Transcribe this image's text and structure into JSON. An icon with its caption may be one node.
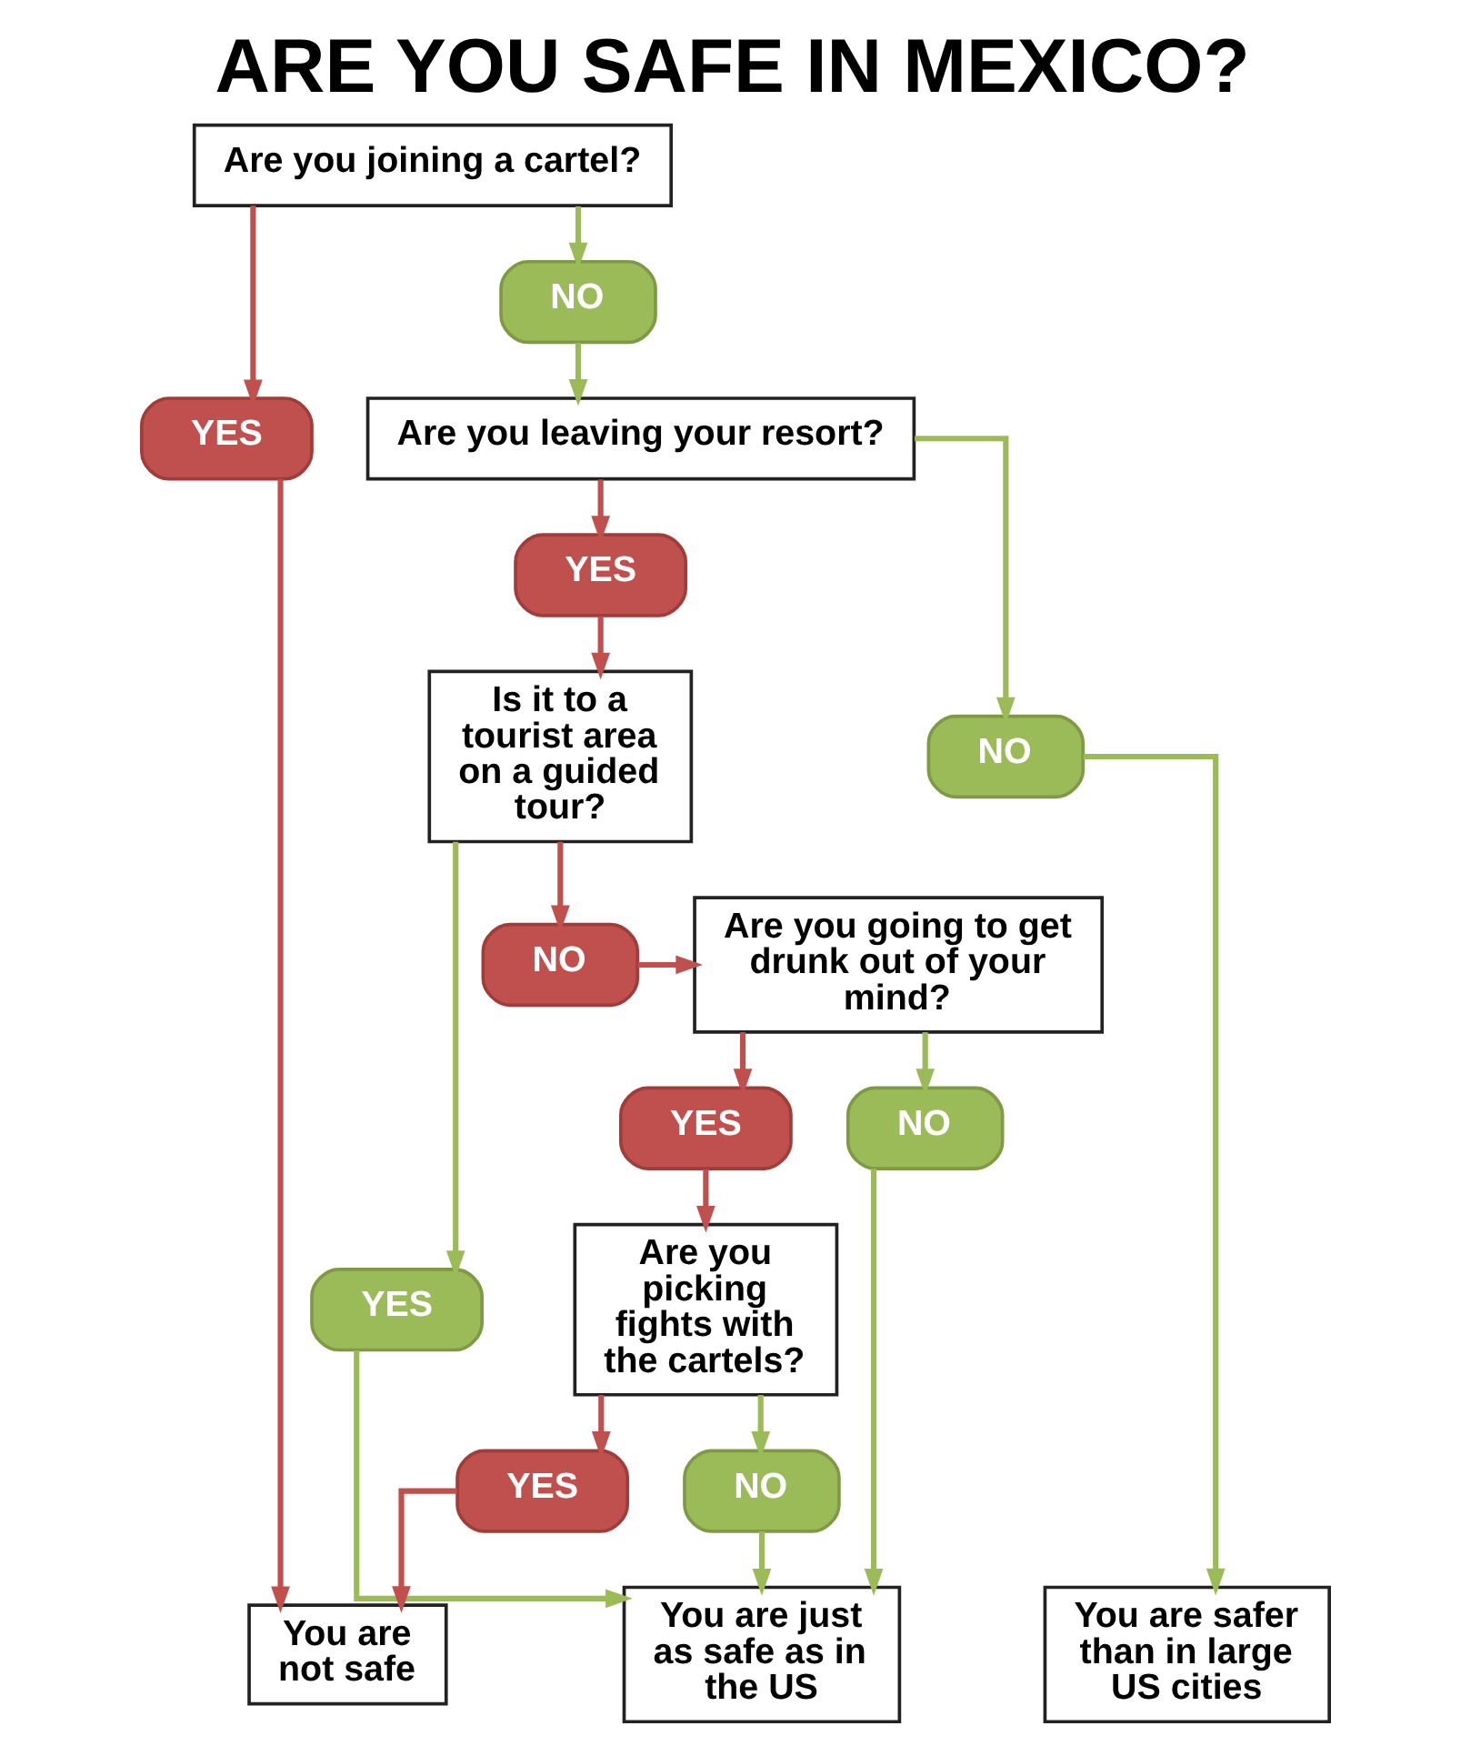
{
  "diagram": {
    "title": "ARE YOU SAFE IN MEXICO?",
    "nodes": [
      {
        "text": [
          "Are you joining a cartel?"
        ]
      },
      {
        "text": [
          "NO"
        ]
      },
      {
        "text": [
          "YES"
        ]
      },
      {
        "text": [
          "Are you leaving your resort?"
        ]
      },
      {
        "text": [
          "Is it to a tourist area on a guided tour?"
        ]
      },
      {
        "text": [
          "YES"
        ]
      },
      {
        "text": [
          "NO"
        ]
      },
      {
        "text": [
          "Are you going to get drunk out of your mind?"
        ]
      },
      {
        "text": [
          "YES"
        ]
      },
      {
        "text": [
          "NO"
        ]
      },
      {
        "text": [
          "YES"
        ]
      },
      {
        "text": [
          "NO"
        ]
      },
      {
        "text": [
          "Are you picking fights with the cartels?"
        ]
      },
      {
        "text": [
          "YES"
        ]
      },
      {
        "text": [
          "NO"
        ]
      },
      {
        "text": [
          "You are safer than in large US cities"
        ]
      },
      {
        "text": [
          "You are just as safe as in the US"
        ]
      },
      {
        "text": [
          "You are not safe"
        ]
      }
    ],
    "edges": [
      {
        "from": 0,
        "to": 2,
        "arrow": "to",
        "color": "#bf504d"
      },
      {
        "from": 0,
        "to": 1,
        "arrow": "to",
        "color": "#9bbb59"
      },
      {
        "from": 1,
        "to": 3,
        "arrow": "to",
        "color": "#9bbb59"
      },
      {
        "from": 2,
        "to": 17,
        "arrow": "to",
        "color": "#bf504d"
      },
      {
        "from": 3,
        "to": 5,
        "arrow": "to",
        "color": "#bf504d"
      },
      {
        "from": 3,
        "to": 6,
        "arrow": "to",
        "color": "#9bbb59"
      },
      {
        "from": 5,
        "to": 4,
        "arrow": "to",
        "color": "#bf504d"
      },
      {
        "from": 6,
        "to": 15,
        "arrow": "to",
        "color": "#9bbb59"
      },
      {
        "from": 4,
        "to": 8,
        "arrow": "to",
        "color": "#9bbb59"
      },
      {
        "from": 4,
        "to": 9,
        "arrow": "to",
        "color": "#bf504d"
      },
      {
        "from": 9,
        "to": 7,
        "arrow": "to",
        "color": "#bf504d"
      },
      {
        "from": 8,
        "to": 16,
        "arrow": "to",
        "color": "#9bbb59"
      },
      {
        "from": 7,
        "to": 10,
        "arrow": "to",
        "color": "#bf504d"
      },
      {
        "from": 7,
        "to": 11,
        "arrow": "to",
        "color": "#9bbb59"
      },
      {
        "from": 10,
        "to": 12,
        "arrow": "to",
        "color": "#bf504d"
      },
      {
        "from": 11,
        "to": 16,
        "arrow": "to",
        "color": "#9bbb59"
      },
      {
        "from": 12,
        "to": 13,
        "arrow": "to",
        "color": "#bf504d"
      },
      {
        "from": 12,
        "to": 14,
        "arrow": "to",
        "color": "#9bbb59"
      },
      {
        "from": 13,
        "to": 17,
        "arrow": "to",
        "color": "#bf504d"
      },
      {
        "from": 14,
        "to": 16,
        "arrow": "to",
        "color": "#9bbb59"
      }
    ]
  }
}
